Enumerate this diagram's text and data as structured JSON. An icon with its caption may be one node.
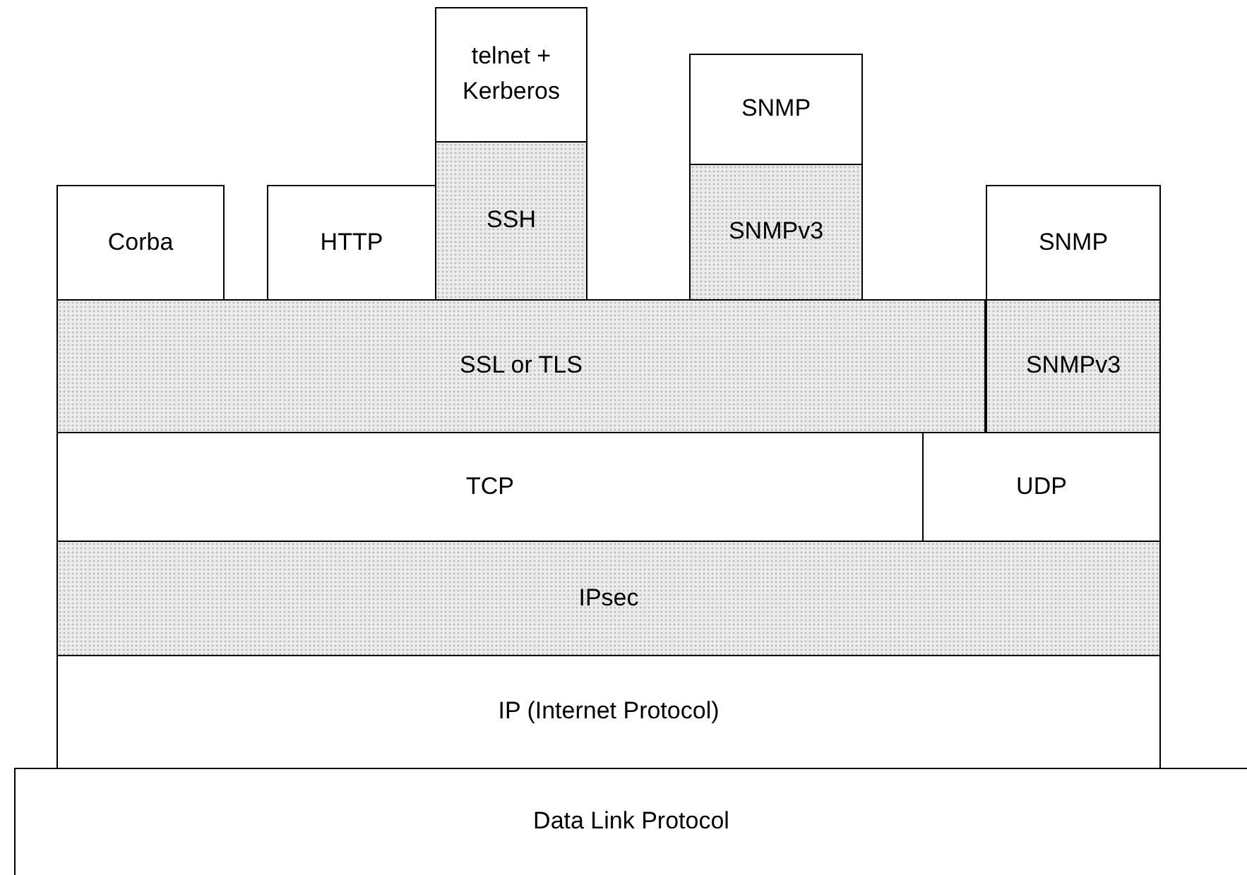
{
  "diagram": {
    "nodes": [
      {
        "text": [
          "telnet + Kerberos"
        ]
      },
      {
        "text": [
          "SNMP"
        ]
      },
      {
        "text": [
          "Corba"
        ]
      },
      {
        "text": [
          "HTTP"
        ]
      },
      {
        "text": [
          "SSH"
        ]
      },
      {
        "text": [
          "SNMPv3"
        ]
      },
      {
        "text": [
          "SNMP"
        ]
      },
      {
        "text": [
          "SSL or TLS"
        ]
      },
      {
        "text": [
          "SNMPv3"
        ]
      },
      {
        "text": [
          "TCP"
        ]
      },
      {
        "text": [
          "UDP"
        ]
      },
      {
        "text": [
          "IPsec"
        ]
      },
      {
        "text": [
          "IP (Internet Protocol)"
        ]
      },
      {
        "text": [
          "Data Link Protocol"
        ]
      }
    ]
  }
}
